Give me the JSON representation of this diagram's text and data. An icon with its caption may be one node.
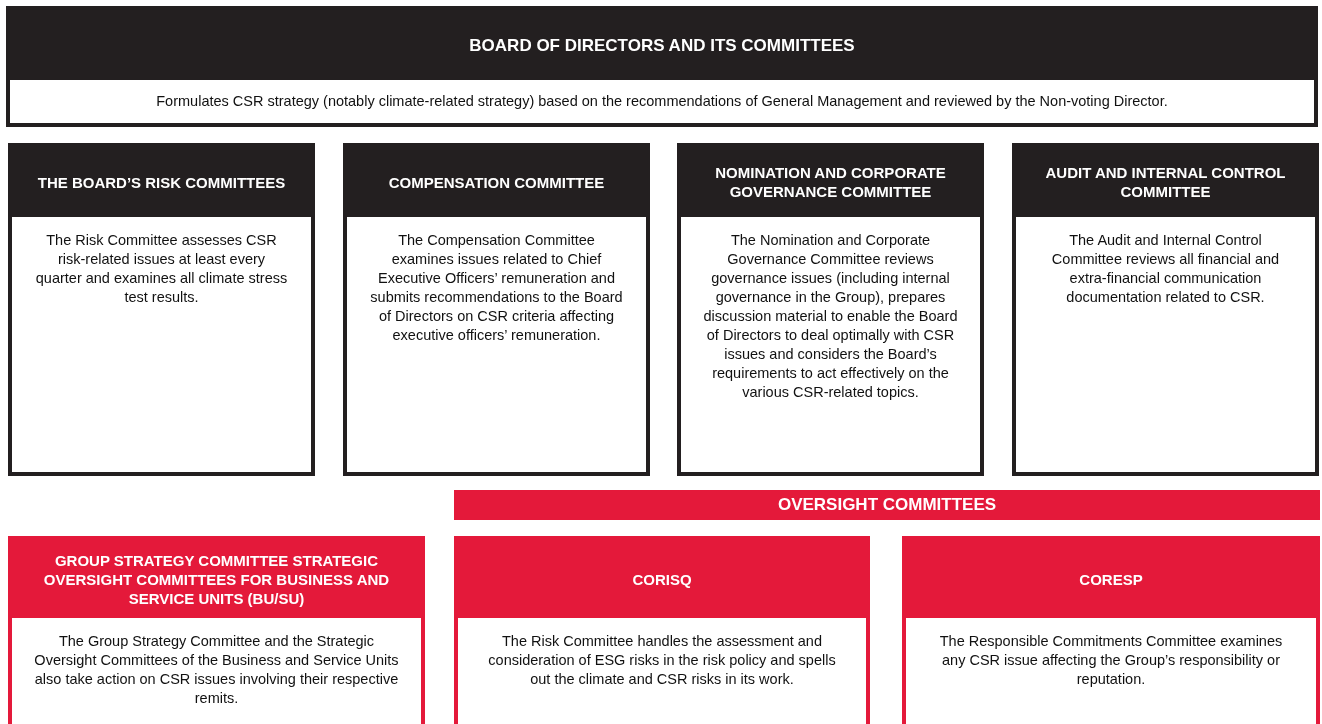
{
  "diagram": {
    "nodes": [
      {
        "text": [
          "BOARD OF DIRECTORS AND ITS COMMITTEES",
          "Formulates CSR strategy (notably climate-related strategy) based on the recommendations of General Management and reviewed by the Non-voting Director."
        ]
      },
      {
        "text": [
          "THE BOARD’S RISK COMMITTEES",
          "The Risk Committee assesses CSR risk-related issues at least every quarter and examines all climate stress test results."
        ]
      },
      {
        "text": [
          "COMPENSATION COMMITTEE",
          "The Compensation Committee examines issues related to Chief Executive Officers’ remuneration and submits recommendations to the Board of Directors on CSR criteria affecting executive officers’ remuneration."
        ]
      },
      {
        "text": [
          "NOMINATION AND CORPORATE GOVERNANCE COMMITTEE",
          "The Nomination and Corporate Governance Committee reviews governance issues (including internal governance in the Group), prepares discussion material to enable the Board of Directors to deal optimally with CSR issues and considers the Board’s requirements to act effectively on the various CSR-related topics."
        ]
      },
      {
        "text": [
          "AUDIT AND INTERNAL CONTROL COMMITTEE",
          "The Audit and Internal Control Committee reviews all financial and extra-financial communication documentation related to CSR."
        ]
      },
      {
        "text": [
          "OVERSIGHT COMMITTEES"
        ]
      },
      {
        "text": [
          "GROUP STRATEGY COMMITTEE STRATEGIC OVERSIGHT COMMITTEES FOR BUSINESS AND SERVICE UNITS (BU/SU)",
          "The Group Strategy Committee and the Strategic Oversight Committees of the Business and Service Units also take action on CSR issues involving their respective remits."
        ]
      },
      {
        "text": [
          "CORISQ",
          "The Risk Committee handles the assessment and consideration of ESG risks in the risk policy and spells out the climate and CSR risks in its work."
        ]
      },
      {
        "text": [
          "CORESP",
          "The Responsible Commitments Committee examines any CSR issue affecting the Group’s responsibility or reputation."
        ]
      }
    ]
  }
}
